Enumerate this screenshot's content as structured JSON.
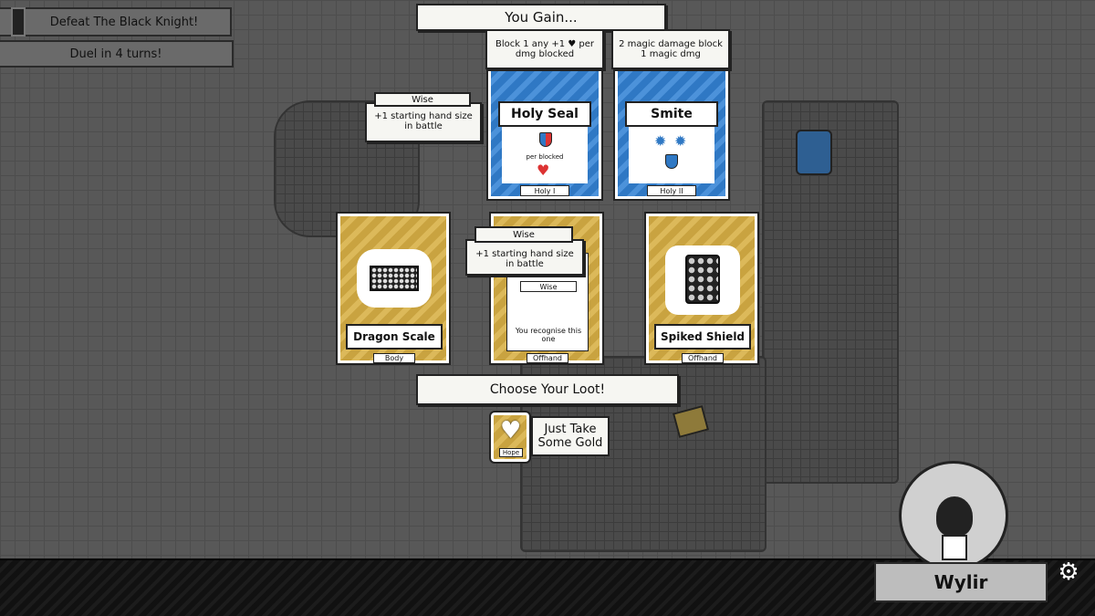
{
  "quests": [
    {
      "label": "Defeat The Black Knight!"
    },
    {
      "label": "Duel in 4 turns!"
    }
  ],
  "header": {
    "title": "You Gain..."
  },
  "left_tooltip": {
    "title": "Wise",
    "text": "+1 starting hand size in battle"
  },
  "gain_cards": [
    {
      "name": "Holy Seal",
      "description": "Block 1 any +1 ♥ per dmg blocked",
      "body_text": "per blocked",
      "tag": "Holy I",
      "icons": [
        "shield-icon",
        "heart-icon"
      ]
    },
    {
      "name": "Smite",
      "description": "2 magic damage block 1 magic dmg",
      "tag": "Holy II",
      "icons": [
        "star-burst-icon",
        "star-burst-icon",
        "shield-icon"
      ]
    }
  ],
  "loot_cards": [
    {
      "name": "Dragon Scale",
      "slot": "Body",
      "image": "dragon-scale-armor"
    },
    {
      "name": "",
      "slot": "Offhand",
      "trait": "Wise",
      "body_text": "You recognise this one"
    },
    {
      "name": "Spiked Shield",
      "slot": "Offhand",
      "image": "spiked-shield"
    }
  ],
  "middle_tooltip": {
    "title": "Wise",
    "text": "+1 starting hand size in battle"
  },
  "choose_label": "Choose Your Loot!",
  "gold_option": {
    "label": "Just Take Some Gold",
    "card_tag": "Hope"
  },
  "player": {
    "name": "Wylir"
  },
  "colors": {
    "holy_blue": "#2f78c4",
    "item_gold": "#c9a340",
    "background": "#585858"
  }
}
